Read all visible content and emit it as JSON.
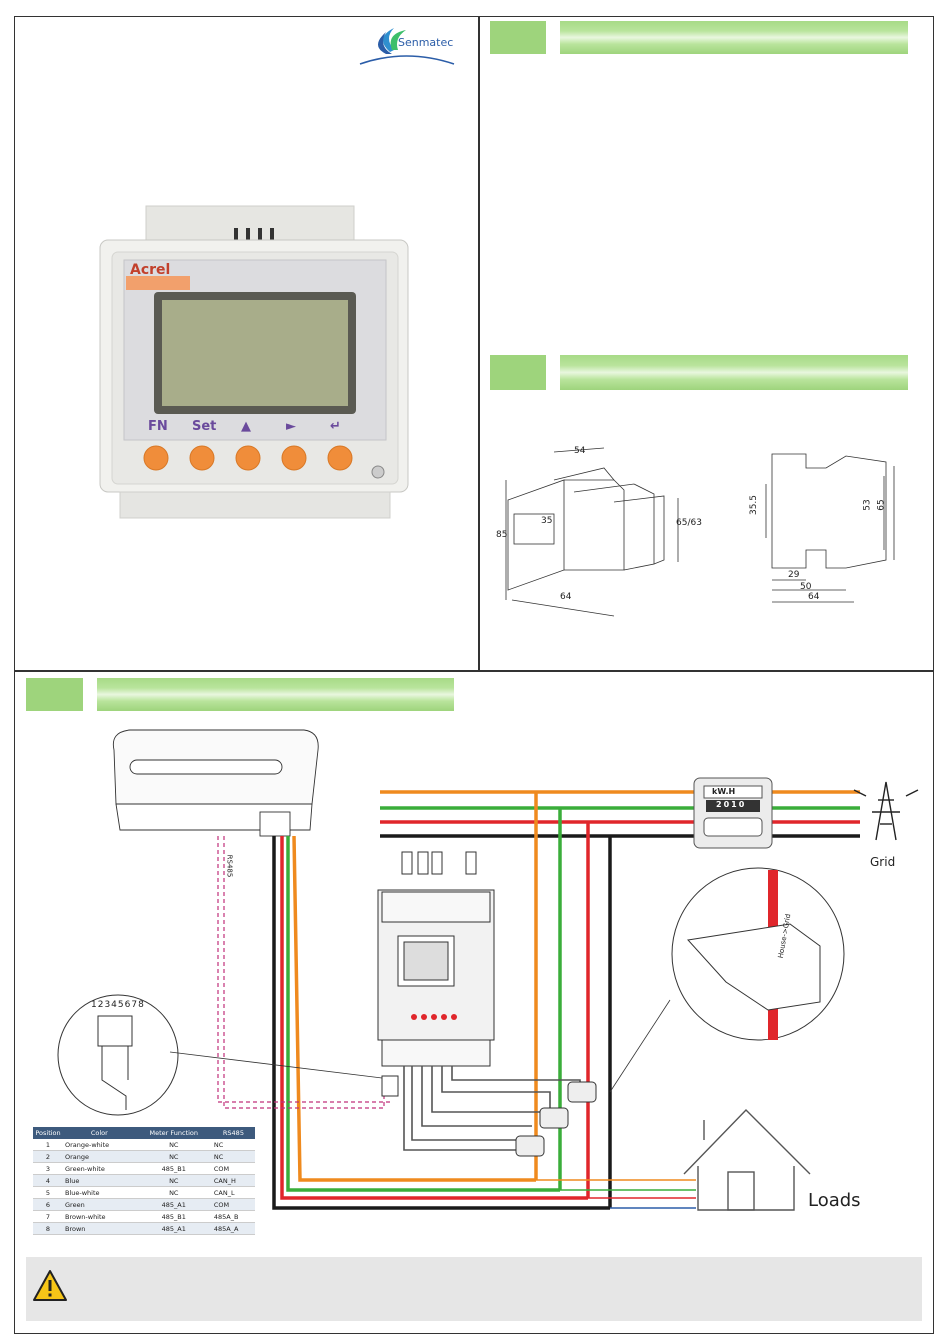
{
  "logo": {
    "company": "Senmatec"
  },
  "meter": {
    "brand": "Acrel",
    "keys": [
      "FN",
      "Set",
      "▲",
      "►",
      "↵"
    ]
  },
  "dimensions": {
    "iso": {
      "top": "54",
      "left": "85",
      "inner": "35",
      "right": "65/63",
      "bottom": "64"
    },
    "side": {
      "left": "35.5",
      "right_inner": "53",
      "right_outer": "65",
      "bottom_1": "29",
      "bottom_2": "50",
      "bottom_3": "64"
    }
  },
  "wiring": {
    "rs485_label": "RS485",
    "pin_numbers": "12345678",
    "kwh_label": "kW.H",
    "kwh_digits": "2010",
    "grid_label": "Grid",
    "loads_label": "Loads",
    "ct_label": "House->Grid"
  },
  "pin_table": {
    "headers": [
      "Position",
      "Color",
      "Meter Function",
      "RS485"
    ],
    "rows": [
      [
        "1",
        "Orange-white",
        "NC",
        "NC"
      ],
      [
        "2",
        "Orange",
        "NC",
        "NC"
      ],
      [
        "3",
        "Green-white",
        "485_B1",
        "COM"
      ],
      [
        "4",
        "Blue",
        "NC",
        "CAN_H"
      ],
      [
        "5",
        "Blue-white",
        "NC",
        "CAN_L"
      ],
      [
        "6",
        "Green",
        "485_A1",
        "COM"
      ],
      [
        "7",
        "Brown-white",
        "485_B1",
        "485A_B"
      ],
      [
        "8",
        "Brown",
        "485_A1",
        "485A_A"
      ]
    ]
  },
  "colors": {
    "orange": "#ef8a1e",
    "green": "#3aad3a",
    "red": "#e0262b",
    "black": "#1a1a1a",
    "header_green": "#9ed47c"
  }
}
